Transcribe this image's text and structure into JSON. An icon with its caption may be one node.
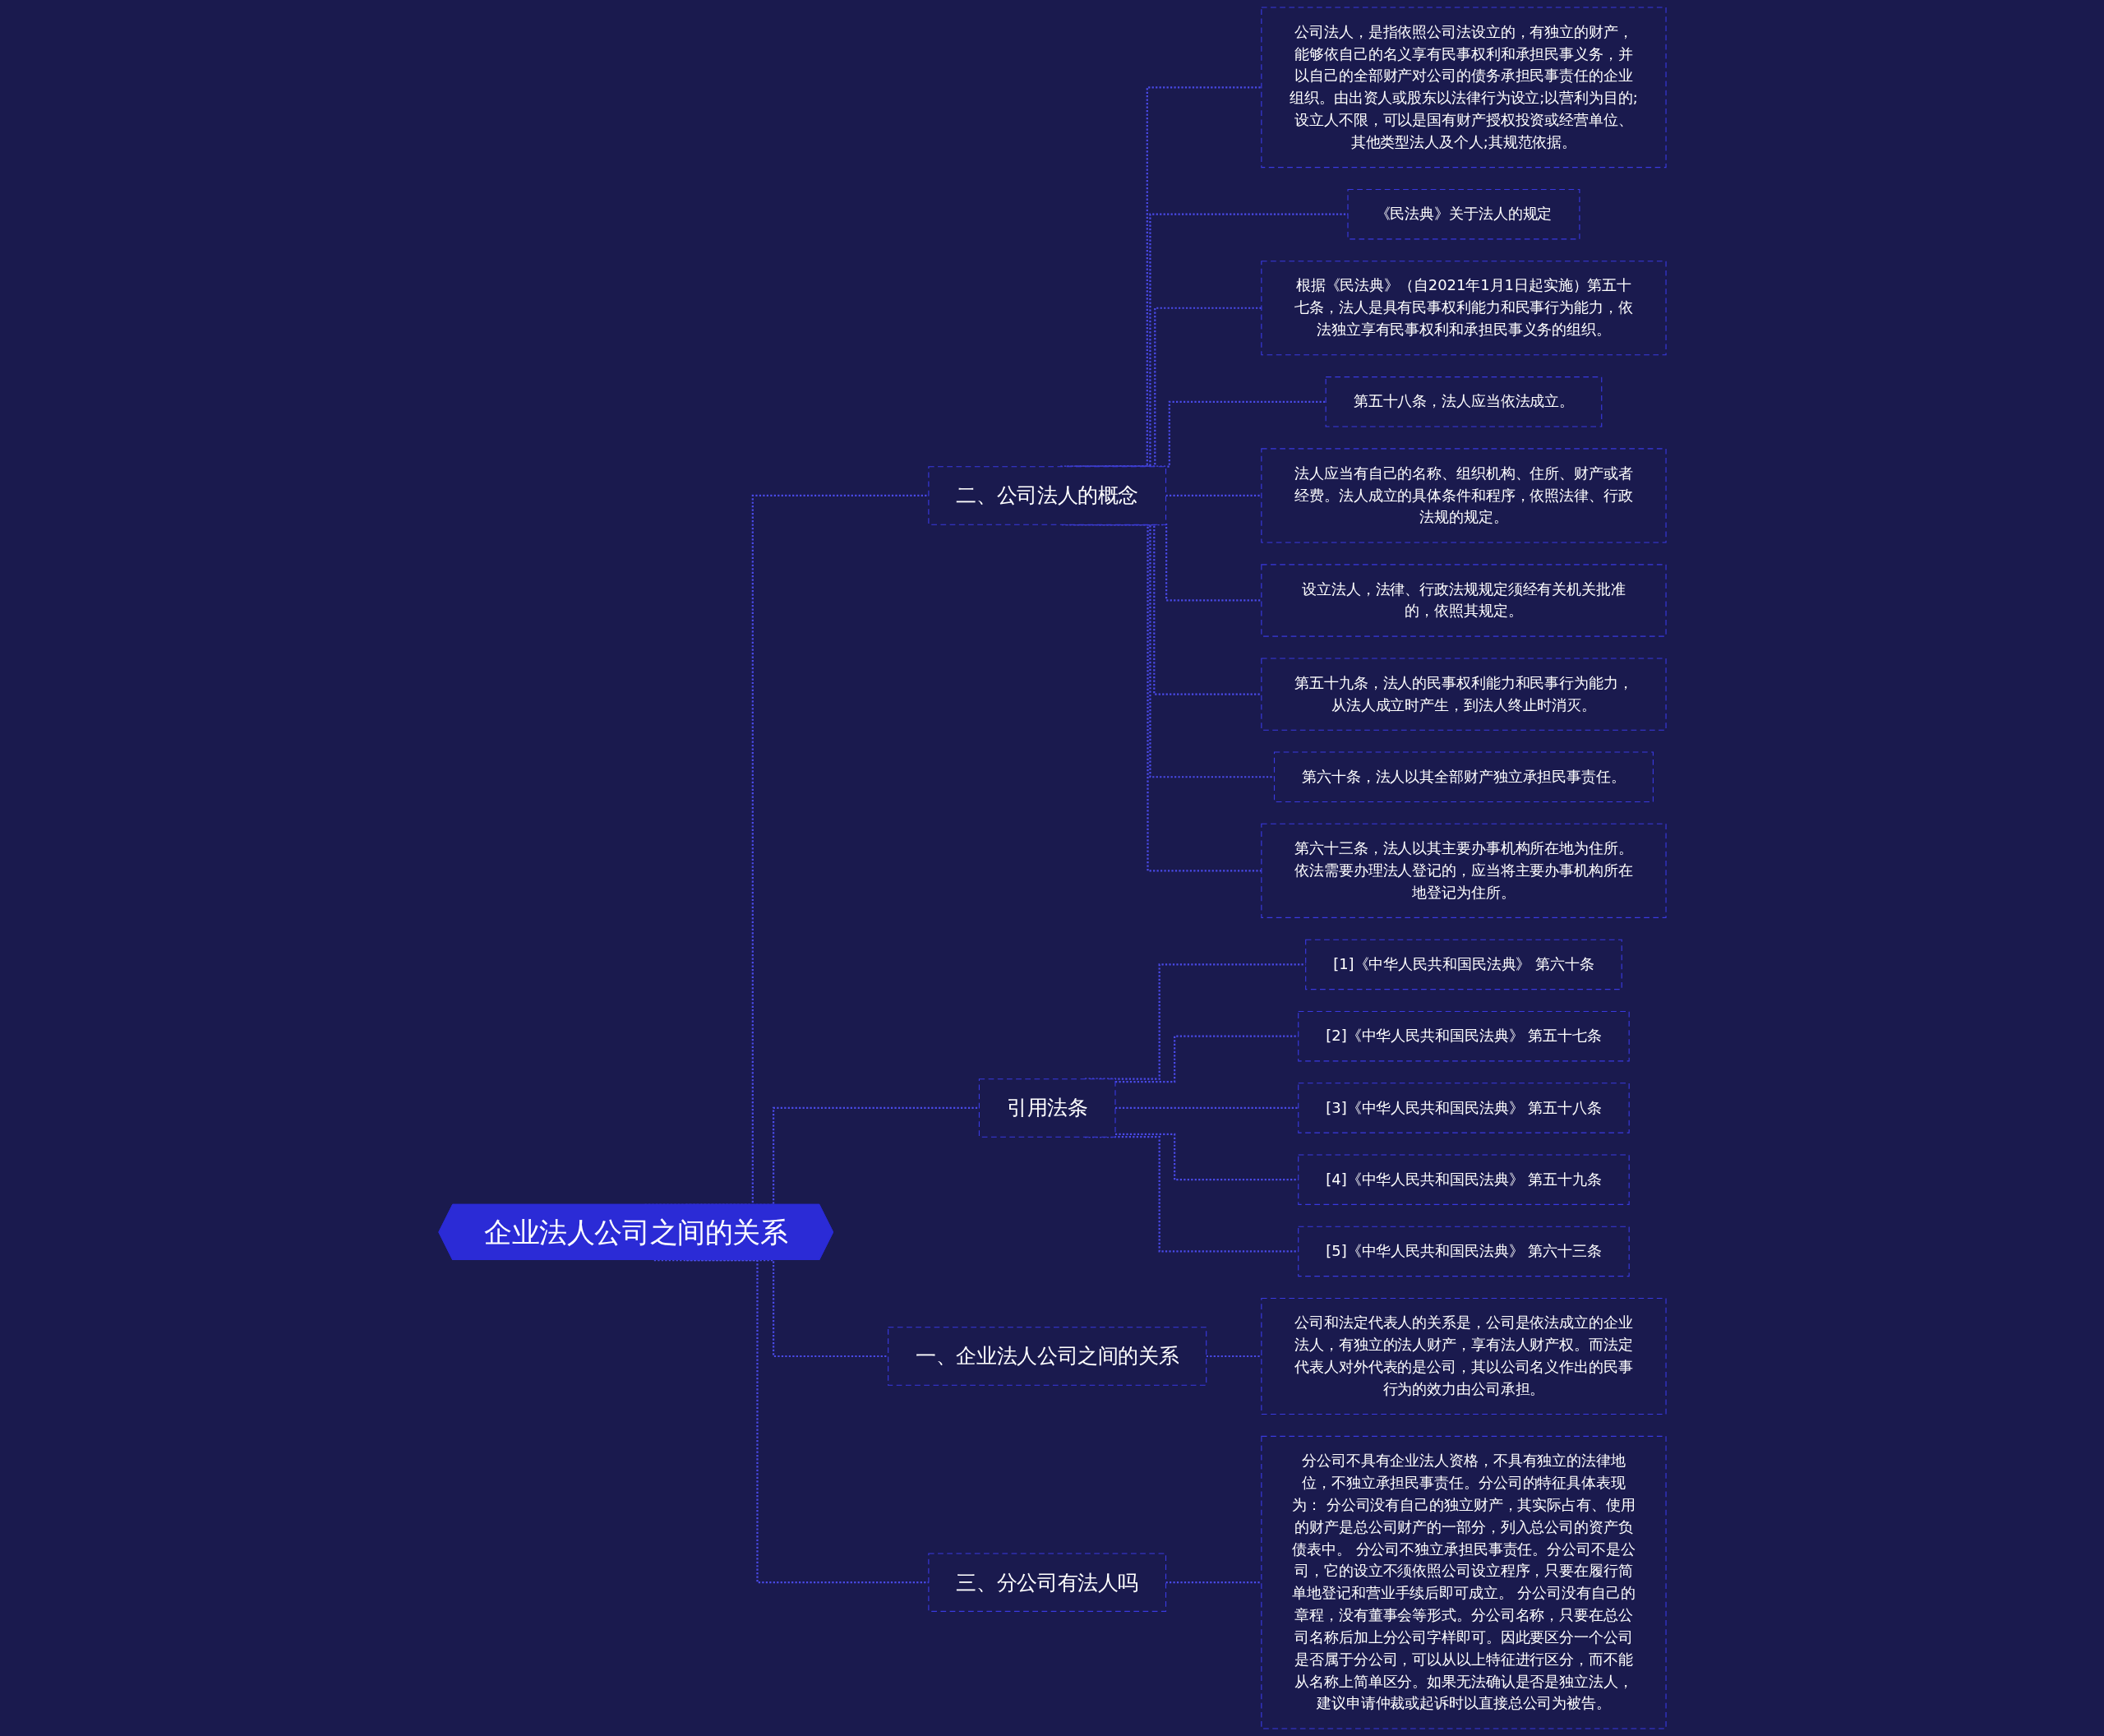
{
  "diagram": {
    "nodes": [
      {
        "text": [
          "企业法人公司之间的关系"
        ]
      },
      {
        "text": [
          "二、公司法人的概念"
        ]
      },
      {
        "text": [
          "公司法人，是指依照公司法设立的，有独立的财产，能够依自己的名义享有民事权利和承担民事义务，并以自己的全部财产对公司的债务承担民事责任的企业组织。由出资人或股东以法律行为设立;以营利为目的;设立人不限，可以是国有财产授权投资或经营单位、其他类型法人及个人;其规范依据。"
        ]
      },
      {
        "text": [
          "《民法典》关于法人的规定"
        ]
      },
      {
        "text": [
          "根据《民法典》（自2021年1月1日起实施）第五十七条，法人是具有民事权利能力和民事行为能力，依法独立享有民事权利和承担民事义务的组织。"
        ]
      },
      {
        "text": [
          "第五十八条，法人应当依法成立。"
        ]
      },
      {
        "text": [
          "法人应当有自己的名称、组织机构、住所、财产或者经费。法人成立的具体条件和程序，依照法律、行政法规的规定。"
        ]
      },
      {
        "text": [
          "设立法人，法律、行政法规规定须经有关机关批准的，依照其规定。"
        ]
      },
      {
        "text": [
          "第五十九条，法人的民事权利能力和民事行为能力，从法人成立时产生，到法人终止时消灭。"
        ]
      },
      {
        "text": [
          "第六十条，法人以其全部财产独立承担民事责任。"
        ]
      },
      {
        "text": [
          "第六十三条，法人以其主要办事机构所在地为住所。依法需要办理法人登记的，应当将主要办事机构所在地登记为住所。"
        ]
      },
      {
        "text": [
          "引用法条"
        ]
      },
      {
        "text": [
          "[1]《中华人民共和国民法典》 第六十条"
        ]
      },
      {
        "text": [
          "[2]《中华人民共和国民法典》 第五十七条"
        ]
      },
      {
        "text": [
          "[3]《中华人民共和国民法典》 第五十八条"
        ]
      },
      {
        "text": [
          "[4]《中华人民共和国民法典》 第五十九条"
        ]
      },
      {
        "text": [
          "[5]《中华人民共和国民法典》 第六十三条"
        ]
      },
      {
        "text": [
          "一、企业法人公司之间的关系"
        ]
      },
      {
        "text": [
          "公司和法定代表人的关系是，公司是依法成立的企业法人，有独立的法人财产，享有法人财产权。而法定代表人对外代表的是公司，其以公司名义作出的民事行为的效力由公司承担。"
        ]
      },
      {
        "text": [
          "三、分公司有法人吗"
        ]
      },
      {
        "text": [
          "分公司不具有企业法人资格，不具有独立的法律地位，不独立承担民事责任。分公司的特征具体表现为： 分公司没有自己的独立财产，其实际占有、使用的财产是总公司财产的一部分，列入总公司的资产负债表中。 分公司不独立承担民事责任。分公司不是公司，它的设立不须依照公司设立程序，只要在履行简单地登记和营业手续后即可成立。 分公司没有自己的章程，没有董事会等形式。分公司名称，只要在总公司名称后加上分公司字样即可。因此要区分一个公司是否属于分公司，可以从以上特征进行区分，而不能从名称上简单区分。如果无法确认是否是独立法人，建议申请仲裁或起诉时以直接总公司为被告。"
        ]
      }
    ],
    "edges": [
      {
        "from": 0,
        "to": 1,
        "arrow": "none",
        "style": "dashed"
      },
      {
        "from": 1,
        "to": 2,
        "arrow": "none",
        "style": "dashed"
      },
      {
        "from": 1,
        "to": 3,
        "arrow": "none",
        "style": "dashed"
      },
      {
        "from": 1,
        "to": 4,
        "arrow": "none",
        "style": "dashed"
      },
      {
        "from": 1,
        "to": 5,
        "arrow": "none",
        "style": "dashed"
      },
      {
        "from": 1,
        "to": 6,
        "arrow": "none",
        "style": "dashed"
      },
      {
        "from": 1,
        "to": 7,
        "arrow": "none",
        "style": "dashed"
      },
      {
        "from": 1,
        "to": 8,
        "arrow": "none",
        "style": "dashed"
      },
      {
        "from": 1,
        "to": 9,
        "arrow": "none",
        "style": "dashed"
      },
      {
        "from": 1,
        "to": 10,
        "arrow": "none",
        "style": "dashed"
      },
      {
        "from": 0,
        "to": 11,
        "arrow": "none",
        "style": "dashed"
      },
      {
        "from": 11,
        "to": 12,
        "arrow": "none",
        "style": "dashed"
      },
      {
        "from": 11,
        "to": 13,
        "arrow": "none",
        "style": "dashed"
      },
      {
        "from": 11,
        "to": 14,
        "arrow": "none",
        "style": "dashed"
      },
      {
        "from": 11,
        "to": 15,
        "arrow": "none",
        "style": "dashed"
      },
      {
        "from": 11,
        "to": 16,
        "arrow": "none",
        "style": "dashed"
      },
      {
        "from": 0,
        "to": 17,
        "arrow": "none",
        "style": "dashed"
      },
      {
        "from": 17,
        "to": 18,
        "arrow": "none",
        "style": "dashed"
      },
      {
        "from": 0,
        "to": 19,
        "arrow": "none",
        "style": "dashed"
      },
      {
        "from": 19,
        "to": 20,
        "arrow": "none",
        "style": "dashed"
      }
    ]
  }
}
